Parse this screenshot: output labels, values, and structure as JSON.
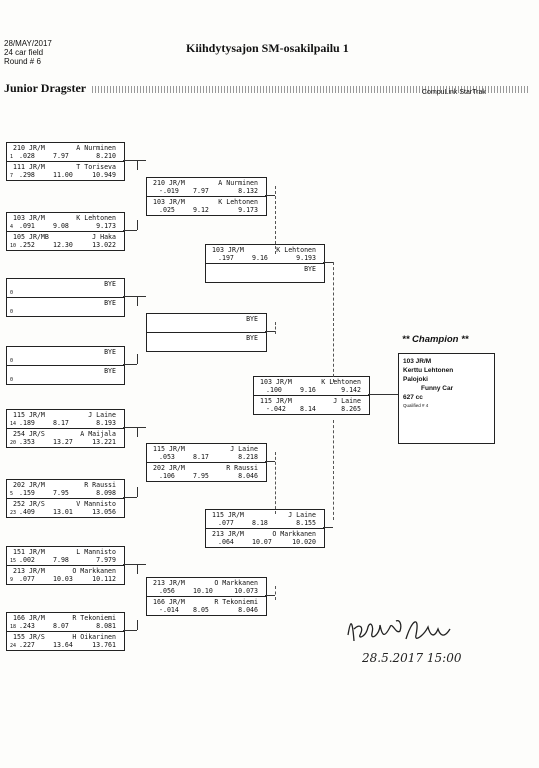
{
  "header": {
    "date": "28/MAY/2017",
    "field": "24 car field",
    "round": "Round # 6",
    "title": "Kiihdytysajon SM-osakilpailu 1",
    "class_name": "Junior Dragster",
    "software": "CompuLink StarTrak"
  },
  "round1": [
    {
      "top": {
        "num": "210",
        "cls": "JR/M",
        "name": "A Nurminen",
        "lane": "1",
        "rt": ".028",
        "et": "7.97",
        "mph": "8.210"
      },
      "bot": {
        "num": "111",
        "cls": "JR/M",
        "name": "T Toriseva",
        "lane": "7",
        "rt": ".298",
        "et": "11.00",
        "mph": "10.949"
      }
    },
    {
      "top": {
        "num": "103",
        "cls": "JR/M",
        "name": "K Lehtonen",
        "lane": "4",
        "rt": ".091",
        "et": "9.08",
        "mph": "9.173"
      },
      "bot": {
        "num": "105",
        "cls": "JR/MB",
        "name": "J Haka",
        "lane": "10",
        "rt": ".252",
        "et": "12.30",
        "mph": "13.022"
      }
    },
    {
      "top": {
        "num": "",
        "cls": "",
        "name": "BYE",
        "lane": "0",
        "rt": "",
        "et": "",
        "mph": ""
      },
      "bot": {
        "num": "",
        "cls": "",
        "name": "BYE",
        "lane": "0",
        "rt": "",
        "et": "",
        "mph": ""
      }
    },
    {
      "top": {
        "num": "",
        "cls": "",
        "name": "BYE",
        "lane": "0",
        "rt": "",
        "et": "",
        "mph": ""
      },
      "bot": {
        "num": "",
        "cls": "",
        "name": "BYE",
        "lane": "0",
        "rt": "",
        "et": "",
        "mph": ""
      }
    },
    {
      "top": {
        "num": "115",
        "cls": "JR/M",
        "name": "J Laine",
        "lane": "14",
        "rt": ".189",
        "et": "8.17",
        "mph": "8.193"
      },
      "bot": {
        "num": "254",
        "cls": "JR/S",
        "name": "A Maijala",
        "lane": "20",
        "rt": ".353",
        "et": "13.27",
        "mph": "13.221"
      }
    },
    {
      "top": {
        "num": "202",
        "cls": "JR/M",
        "name": "R Raussi",
        "lane": "5",
        "rt": ".159",
        "et": "7.95",
        "mph": "8.098"
      },
      "bot": {
        "num": "252",
        "cls": "JR/S",
        "name": "V Mannisto",
        "lane": "23",
        "rt": ".409",
        "et": "13.01",
        "mph": "13.056"
      }
    },
    {
      "top": {
        "num": "151",
        "cls": "JR/M",
        "name": "L Mannisto",
        "lane": "15",
        "rt": ".002",
        "et": "7.98",
        "mph": "7.979"
      },
      "bot": {
        "num": "213",
        "cls": "JR/M",
        "name": "O Markkanen",
        "lane": "9",
        "rt": ".077",
        "et": "10.03",
        "mph": "10.112"
      }
    },
    {
      "top": {
        "num": "166",
        "cls": "JR/M",
        "name": "R Tekoniemi",
        "lane": "18",
        "rt": ".243",
        "et": "8.07",
        "mph": "8.081"
      },
      "bot": {
        "num": "155",
        "cls": "JR/S",
        "name": "H Oikarinen",
        "lane": "24",
        "rt": ".227",
        "et": "13.64",
        "mph": "13.761"
      }
    }
  ],
  "round2": [
    {
      "top": {
        "num": "210",
        "cls": "JR/M",
        "name": "A Nurminen",
        "rt": "-.019",
        "et": "7.97",
        "mph": "8.132"
      },
      "bot": {
        "num": "103",
        "cls": "JR/M",
        "name": "K Lehtonen",
        "rt": ".025",
        "et": "9.12",
        "mph": "9.173"
      }
    },
    {
      "top": {
        "num": "",
        "cls": "",
        "name": "BYE",
        "rt": "",
        "et": "",
        "mph": ""
      },
      "bot": {
        "num": "",
        "cls": "",
        "name": "BYE",
        "rt": "",
        "et": "",
        "mph": ""
      }
    },
    {
      "top": {
        "num": "115",
        "cls": "JR/M",
        "name": "J Laine",
        "rt": ".053",
        "et": "8.17",
        "mph": "8.218"
      },
      "bot": {
        "num": "202",
        "cls": "JR/M",
        "name": "R Raussi",
        "rt": ".106",
        "et": "7.95",
        "mph": "8.046"
      }
    },
    {
      "top": {
        "num": "213",
        "cls": "JR/M",
        "name": "O Markkanen",
        "rt": ".056",
        "et": "10.10",
        "mph": "10.073"
      },
      "bot": {
        "num": "166",
        "cls": "JR/M",
        "name": "R Tekoniemi",
        "rt": "-.014",
        "et": "8.05",
        "mph": "8.046"
      }
    }
  ],
  "round3": [
    {
      "top": {
        "num": "103",
        "cls": "JR/M",
        "name": "K Lehtonen",
        "rt": ".197",
        "et": "9.16",
        "mph": "9.193"
      },
      "bot": {
        "num": "",
        "cls": "",
        "name": "BYE",
        "rt": "",
        "et": "",
        "mph": ""
      }
    },
    {
      "top": {
        "num": "115",
        "cls": "JR/M",
        "name": "J Laine",
        "rt": ".077",
        "et": "8.18",
        "mph": "8.155"
      },
      "bot": {
        "num": "213",
        "cls": "JR/M",
        "name": "O Markkanen",
        "rt": ".064",
        "et": "10.07",
        "mph": "10.020"
      }
    }
  ],
  "final": {
    "top": {
      "num": "103",
      "cls": "JR/M",
      "name": "K Lehtonen",
      "rt": ".100",
      "et": "9.16",
      "mph": "9.142"
    },
    "bot": {
      "num": "115",
      "cls": "JR/M",
      "name": "J Laine",
      "rt": "-.042",
      "et": "8.14",
      "mph": "8.265"
    }
  },
  "champion": {
    "heading": "** Champion **",
    "car": "103  JR/M",
    "driver": "Kerttu Lehtonen",
    "town": "Palojoki",
    "car_type": "Funny Car",
    "engine": "627 cc",
    "qualified": "Qualified # 4"
  },
  "signature": {
    "date_time": "28.5.2017  15:00"
  }
}
